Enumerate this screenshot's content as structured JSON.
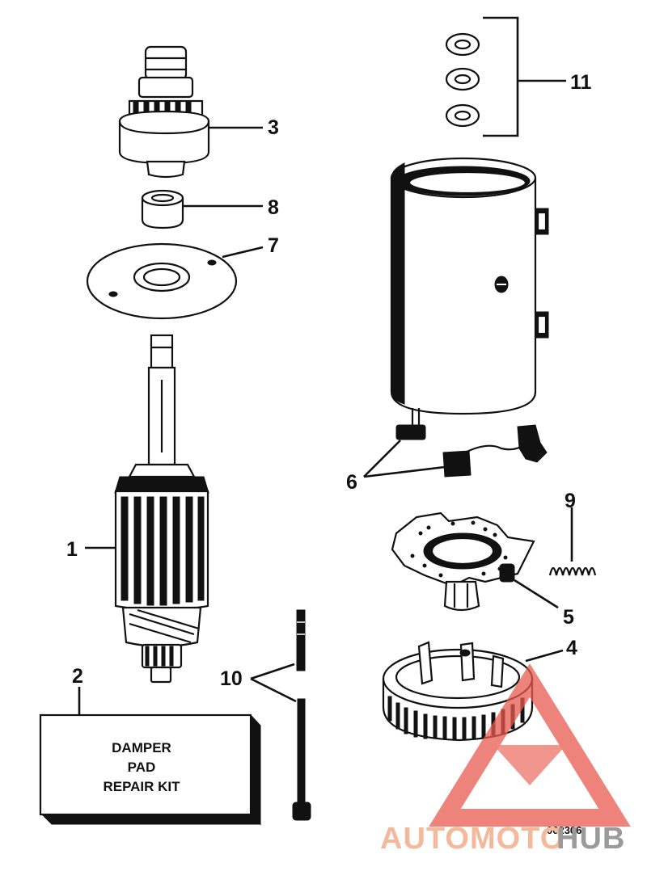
{
  "callouts": {
    "c1": "1",
    "c2": "2",
    "c3": "3",
    "c4": "4",
    "c5": "5",
    "c6": "6",
    "c7": "7",
    "c8": "8",
    "c9": "9",
    "c10": "10",
    "c11": "11"
  },
  "kit_box": {
    "line1": "DAMPER",
    "line2": "PAD",
    "line3": "REPAIR KIT"
  },
  "figure_code": "002306",
  "watermark": {
    "part1": "AUTOMOTO",
    "part2": "HUB",
    "color_primary": "#e85a4f",
    "color_secondary": "#9a9a9a"
  }
}
